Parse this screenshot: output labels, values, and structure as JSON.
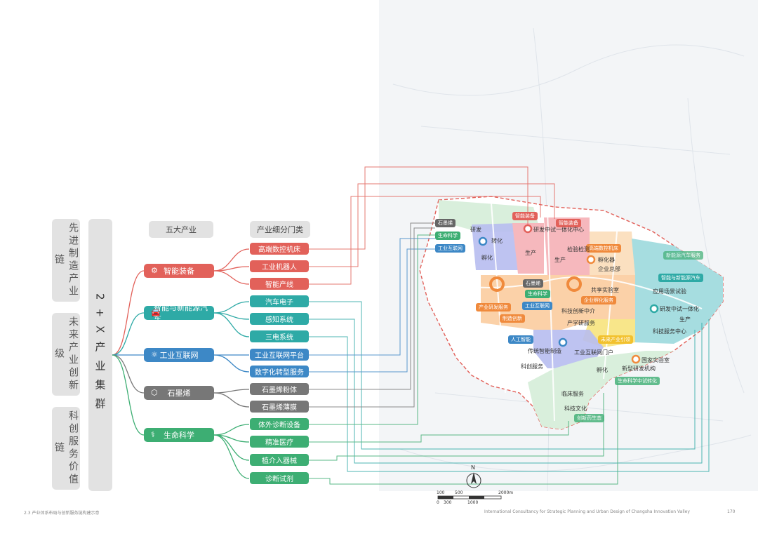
{
  "left_labels": [
    "先进制造产业链",
    "未来产业创新级",
    "科创服务价值链"
  ],
  "center_label": "2+X产业集群",
  "headers": {
    "industries": "五大产业",
    "segments": "产业细分门类"
  },
  "categories": [
    {
      "name": "智能装备",
      "color": "#e2615a",
      "icon": "⚙"
    },
    {
      "name": "智能与新能源汽车",
      "color": "#2eaaa6",
      "icon": "🚘"
    },
    {
      "name": "工业互联网",
      "color": "#3d88c6",
      "icon": "⚛"
    },
    {
      "name": "石墨烯",
      "color": "#777777",
      "icon": "⬡"
    },
    {
      "name": "生命科学",
      "color": "#3dae73",
      "icon": "⚕"
    }
  ],
  "segments": [
    {
      "name": "高端数控机床",
      "color": "#e2615a"
    },
    {
      "name": "工业机器人",
      "color": "#e2615a"
    },
    {
      "name": "智能产线",
      "color": "#e2615a"
    },
    {
      "name": "汽车电子",
      "color": "#2eaaa6"
    },
    {
      "name": "感知系统",
      "color": "#2eaaa6"
    },
    {
      "name": "三电系统",
      "color": "#2eaaa6"
    },
    {
      "name": "工业互联网平台",
      "color": "#3d88c6"
    },
    {
      "name": "数字化转型服务",
      "color": "#3d88c6"
    },
    {
      "name": "石墨烯粉体",
      "color": "#777777"
    },
    {
      "name": "石墨烯薄膜",
      "color": "#777777"
    },
    {
      "name": "体外诊断设备",
      "color": "#3dae73"
    },
    {
      "name": "精准医疗",
      "color": "#3dae73"
    },
    {
      "name": "植介入器械",
      "color": "#3dae73"
    },
    {
      "name": "诊断试剂",
      "color": "#3dae73"
    }
  ],
  "map_tags": [
    {
      "text": "石墨烯",
      "color": "#666666"
    },
    {
      "text": "生命科学",
      "color": "#3dae73"
    },
    {
      "text": "工业互联网",
      "color": "#3d88c6"
    },
    {
      "text": "智能装备",
      "color": "#e2615a"
    },
    {
      "text": "智能装备",
      "color": "#e2615a"
    },
    {
      "text": "高端数控机床",
      "color": "#f08a3c"
    },
    {
      "text": "智能与新能源汽车",
      "color": "#2eaaa6"
    },
    {
      "text": "石墨烯",
      "color": "#666666"
    },
    {
      "text": "生命科学",
      "color": "#3dae73"
    },
    {
      "text": "产业研发服务",
      "color": "#f08a3c"
    },
    {
      "text": "工业互联网",
      "color": "#3d88c6"
    },
    {
      "text": "企业孵化服务",
      "color": "#f08a3c"
    },
    {
      "text": "新能源汽车服务",
      "color": "#3dae73"
    },
    {
      "text": "制造创新",
      "color": "#f08a3c"
    },
    {
      "text": "未来产业引领",
      "color": "#f2c12e"
    },
    {
      "text": "人工智能",
      "color": "#3d88c6"
    },
    {
      "text": "生命科学中试转化",
      "color": "#3dae73"
    },
    {
      "text": "创新药生态",
      "color": "#3dae73"
    }
  ],
  "map_labels": [
    "研发",
    "孵化",
    "研发中试一体化中心",
    "转化",
    "生产",
    "生产",
    "检验检测",
    "孵化器",
    "企业总部",
    "共享实验室",
    "科技创新中介",
    "产学研服务",
    "应用场景试验",
    "研发中试一体化",
    "生产",
    "科技服务中心",
    "传统智能制造",
    "工业互联网门户",
    "科创服务",
    "国家实验室",
    "新型研发机构",
    "孵化",
    "临床服务",
    "科技文化"
  ],
  "footer": {
    "left": "2.3 产业体系布局与创新服务链构建示意",
    "right": "International Consultancy for Strategic Planning and Urban Design of Changsha Innovation Valley",
    "page": "170"
  },
  "scale": {
    "north": "N",
    "labels": [
      "100",
      "500",
      "2000m",
      "0",
      "300",
      "1000"
    ]
  }
}
